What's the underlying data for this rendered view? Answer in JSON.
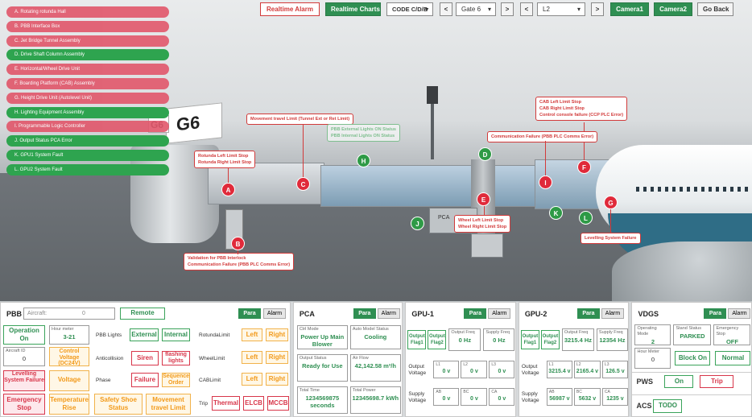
{
  "faults": [
    {
      "label": "A. Rotating rotunda Hall",
      "state": "red"
    },
    {
      "label": "B. PBB Interface Box",
      "state": "red"
    },
    {
      "label": "C. Jet Bridge Tunnel Assembly",
      "state": "red"
    },
    {
      "label": "D. Drive Shaft Column Assembly",
      "state": "green"
    },
    {
      "label": "E. Horizontal/Wheel Drive Unit",
      "state": "red"
    },
    {
      "label": "F. Boarding Platform (CAB) Assembly",
      "state": "red"
    },
    {
      "label": "G. Height Drive Unit (Autolevel Unit)",
      "state": "red"
    },
    {
      "label": "H. Lighting Equipment Assembly",
      "state": "green"
    },
    {
      "label": "I. Programmable Logic Controller",
      "state": "red"
    },
    {
      "label": "J. Output Status PCA Error",
      "state": "green"
    },
    {
      "label": "K. GPU1 System Fault",
      "state": "green"
    },
    {
      "label": "L. GPU2 System Fault",
      "state": "green"
    }
  ],
  "toolbar": {
    "realtime_alarm": "Realtime Alarm",
    "realtime_charts": "Realtime Charts",
    "code": "CODE C/D/E",
    "prev": "<",
    "gate": "Gate 6",
    "next": ">",
    "prev2": "<",
    "level": "L2",
    "next2": ">",
    "camera1": "Camera1",
    "camera2": "Camera2",
    "go_back": "Go Back"
  },
  "scene": {
    "gate_sign": "G6",
    "gate_sign_small": "G6",
    "pca_label": "PCA",
    "callouts": {
      "rotunda": [
        "Rotunda Left Limit Stop",
        "Rotunda Right Limit Stop"
      ],
      "movement": [
        "Movement travel Limit (Tunnel Ext or Ret Limit)"
      ],
      "lights": [
        "PBB External Lights ON Status",
        "PBB Internal Lights ON Status"
      ],
      "cab": [
        "CAB Left Limit Stop",
        "CAB Right Limit Stop",
        "Control console failure (CCP PLC Error)"
      ],
      "comm": [
        "Communication Failure (PBB PLC Comms Error)"
      ],
      "wheel": [
        "Wheel Left Limit Stop",
        "Wheel Right Limit Stop"
      ],
      "level": [
        "Levelling System Failure"
      ],
      "interlock": [
        "Validation for PBB Interlock",
        "Communication Failure (PBB PLC Comms Error)"
      ]
    },
    "markers": {
      "A": "A",
      "B": "B",
      "C": "C",
      "D": "D",
      "E": "E",
      "F": "F",
      "G": "G",
      "H": "H",
      "I": "I",
      "J": "J",
      "K": "K",
      "L": "L"
    }
  },
  "pbb": {
    "title": "PBB",
    "aircraft_label": "Aircraft:",
    "aircraft_value": "0",
    "remote": "Remote",
    "para": "Para",
    "alarm": "Alarm",
    "operation": "Operation On",
    "hour_meter_label": "Hour meter",
    "hour_meter_value": "3-21",
    "aircraft_id_label": "Aircraft ID",
    "aircraft_id_value": "0",
    "control_voltage": "Control Voltage (DC24V)",
    "levelling": "Levelling System Failure",
    "voltage_drop": "Voltage Drop",
    "emergency": "Emergency Stop",
    "temp_rise": "Temperature Rise",
    "safety_shoe": "Safety Shoe Status",
    "movement": "Movement travel Limit",
    "lights_label": "PBB Lights",
    "external": "External",
    "internal": "Internal",
    "anticollision_label": "Anticollision",
    "siren": "Siren",
    "flashing": "flashing lights",
    "phase_label": "Phase",
    "failure": "Failure",
    "sequence": "Sequence Order",
    "trip_label": "Trip",
    "thermal": "Thermal",
    "elcb": "ELCB",
    "mccb": "MCCB",
    "rotunda_limit": "RotundaLimit",
    "wheel_limit": "WheelLimit",
    "cab_limit": "CABLimit",
    "left": "Left",
    "right": "Right"
  },
  "pca": {
    "title": "PCA",
    "para": "Para",
    "alarm": "Alarm",
    "ctrl_mode_label": "Ctrl Mode",
    "ctrl_mode_value": "Power Up Main Blower",
    "auto_model_label": "Auto Model Status",
    "auto_model_value": "Cooling",
    "output_status_label": "Output Status",
    "output_status_value": "Ready for Use",
    "air_flow_label": "Air Flow",
    "air_flow_value": "42,142.58 m³/h",
    "total_time_label": "Total Time",
    "total_time_value": "1234569875 seconds",
    "total_power_label": "Total Power",
    "total_power_value": "12345698.7 kWh"
  },
  "gpu1": {
    "title": "GPU-1",
    "para": "Para",
    "alarm": "Alarm",
    "output_flag1": "Output Flag1",
    "output_flag2": "Output Flag2",
    "output_freq_label": "Output Freq",
    "output_freq_value": "0 Hz",
    "supply_freq_label": "Supply Freq",
    "supply_freq_value": "0 Hz",
    "output_voltage": "Output Voltage",
    "supply_voltage": "Supply Voltage",
    "l1": "L1",
    "l2": "L2",
    "l3": "L3",
    "ab": "AB",
    "bc": "BC",
    "ca": "CA",
    "ov": [
      "0 v",
      "0 v",
      "0 v"
    ],
    "sv": [
      "0 v",
      "0 v",
      "0 v"
    ]
  },
  "gpu2": {
    "title": "GPU-2",
    "para": "Para",
    "alarm": "Alarm",
    "output_flag1": "Output Flag1",
    "output_flag2": "Output Flag2",
    "output_freq_label": "Output Freq",
    "output_freq_value": "3215.4 Hz",
    "supply_freq_label": "Supply Freq",
    "supply_freq_value": "12354 Hz",
    "output_voltage": "Output Voltage",
    "supply_voltage": "Supply Voltage",
    "l1": "L1",
    "l2": "L2",
    "l3": "L3",
    "ab": "AB",
    "bc": "BC",
    "ca": "CA",
    "ov": [
      "3215.4 v",
      "2165.4 v",
      "126.5 v"
    ],
    "sv": [
      "56987 v",
      "5632 v",
      "1235 v"
    ]
  },
  "vdgs": {
    "title": "VDGS",
    "para": "Para",
    "alarm": "Alarm",
    "op_mode_label": "Operating Mode",
    "op_mode_value": "2",
    "stand_label": "Stand Status",
    "stand_value": "PARKED",
    "estop_label": "Emergency Stop",
    "estop_value": "OFF",
    "hour_label": "Hour Meter",
    "hour_value": "0",
    "block_on": "Block On",
    "normal": "Normal",
    "pws_label": "PWS",
    "on": "On",
    "trip": "Trip",
    "acs_label": "ACS",
    "todo": "TODO"
  }
}
